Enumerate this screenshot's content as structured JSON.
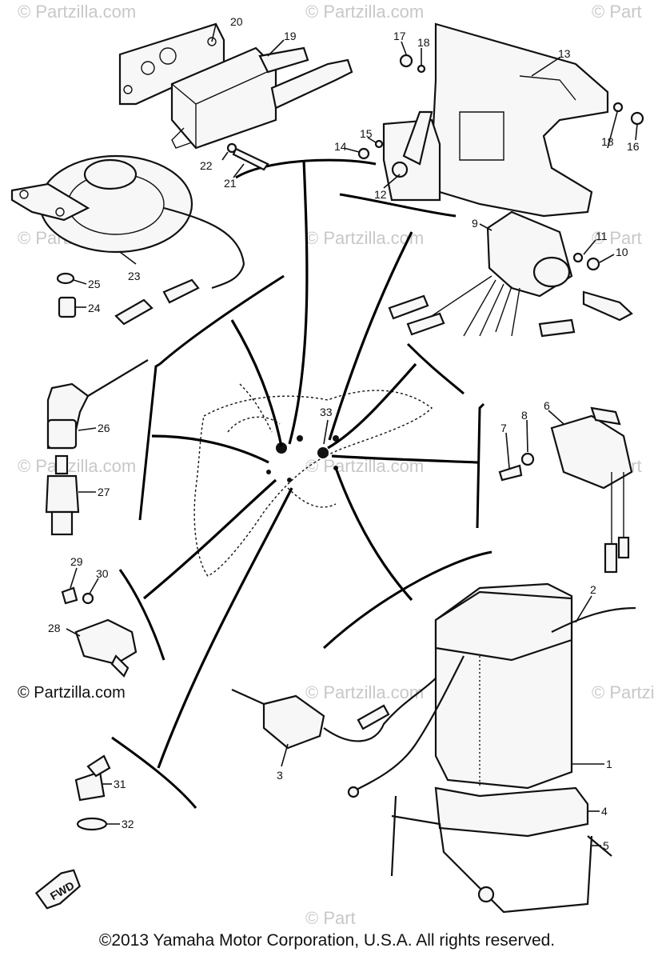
{
  "watermarks": [
    "© Partzilla.com",
    "© Partzilla.com",
    "© Part",
    "© Partzilla.com",
    "© Partzilla.com",
    "© Part",
    "© Partzilla.com",
    "© Partzilla.com",
    "© Part",
    "© Partzilla.com",
    "© Partzilla.com",
    "© Part"
  ],
  "copyright_mark": "© Partzilla.com",
  "footer": "©2013 Yamaha Motor Corporation, U.S.A. All rights reserved.",
  "fwd_label": "FWD",
  "callouts": [
    "1",
    "2",
    "3",
    "4",
    "5",
    "6",
    "7",
    "8",
    "9",
    "10",
    "11",
    "12",
    "13",
    "14",
    "15",
    "16",
    "17",
    "18",
    "18",
    "19",
    "20",
    "21",
    "22",
    "23",
    "24",
    "25",
    "26",
    "27",
    "28",
    "29",
    "30",
    "31",
    "32",
    "33"
  ]
}
